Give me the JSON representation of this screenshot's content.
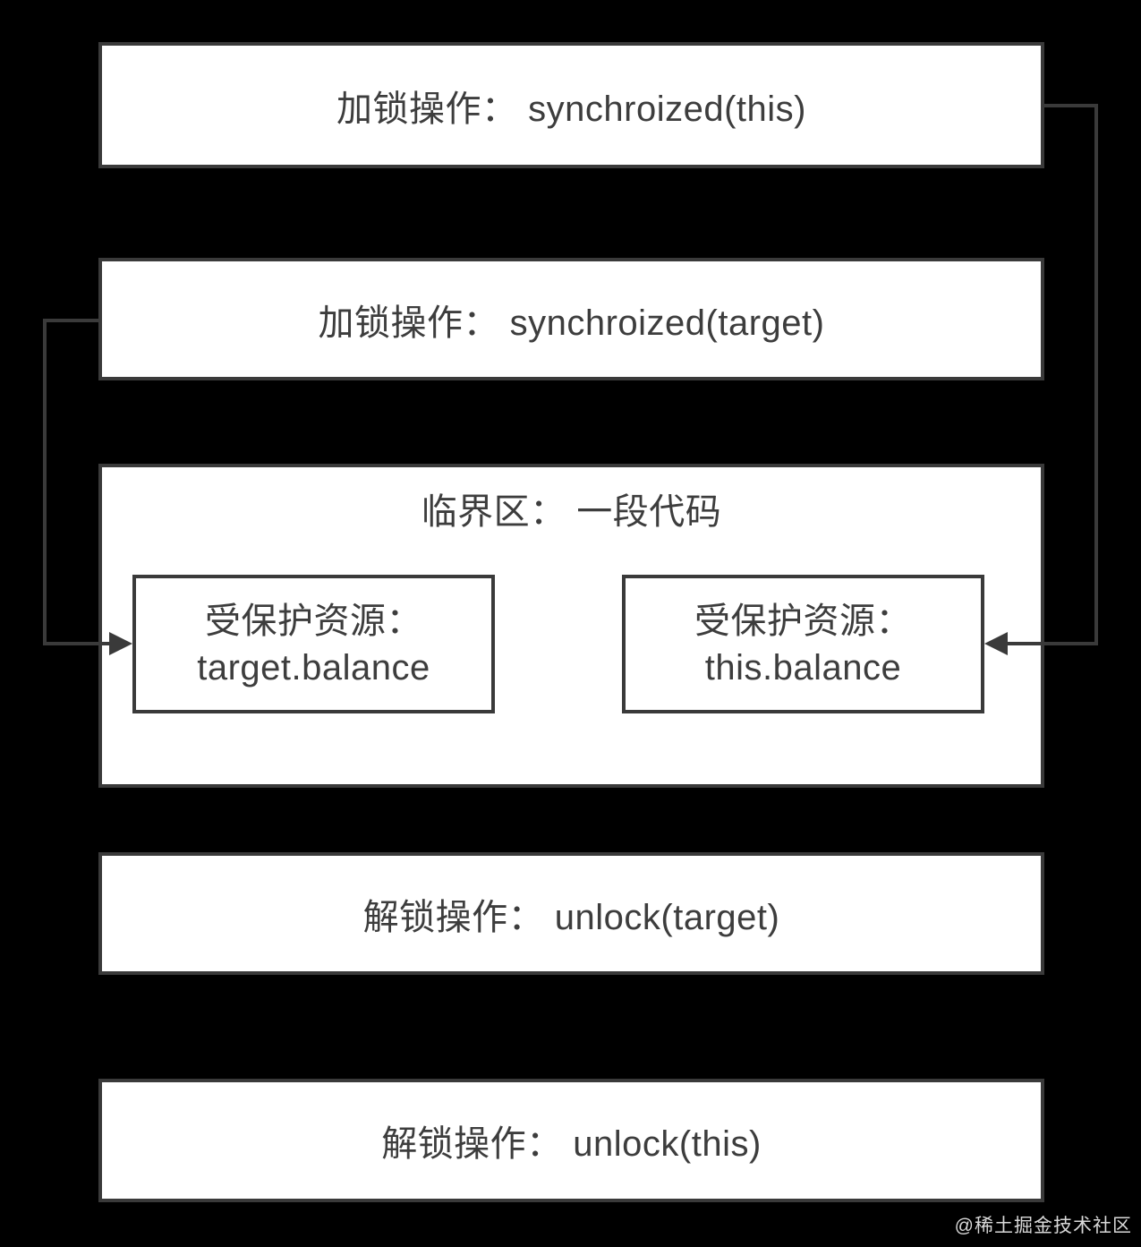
{
  "palette": {
    "background": "#000000",
    "box_fill": "#ffffff",
    "line_color": "#3a3a3a",
    "text_color": "#3d3d3d",
    "watermark_color": "#d9d9d9"
  },
  "diagram": {
    "boxes": {
      "lock_this": {
        "label": "加锁操作： synchroized(this)"
      },
      "lock_target": {
        "label": "加锁操作： synchroized(target)"
      },
      "critical_section": {
        "title": "临界区： 一段代码",
        "resource_target": {
          "line1": "受保护资源：",
          "line2": "target.balance"
        },
        "resource_this": {
          "line1": "受保护资源：",
          "line2": "this.balance"
        }
      },
      "unlock_target": {
        "label": "解锁操作： unlock(target)"
      },
      "unlock_this": {
        "label": "解锁操作： unlock(this)"
      }
    },
    "connectors": [
      {
        "from": "lock_this",
        "to": "resource_this",
        "route": "right-side",
        "arrow_points": "left-into-right-edge-of-resource-this"
      },
      {
        "from": "lock_target",
        "to": "resource_target",
        "route": "left-side",
        "arrow_points": "right-into-left-edge-of-resource-target"
      }
    ]
  },
  "watermark": {
    "text": "@稀土掘金技术社区"
  }
}
